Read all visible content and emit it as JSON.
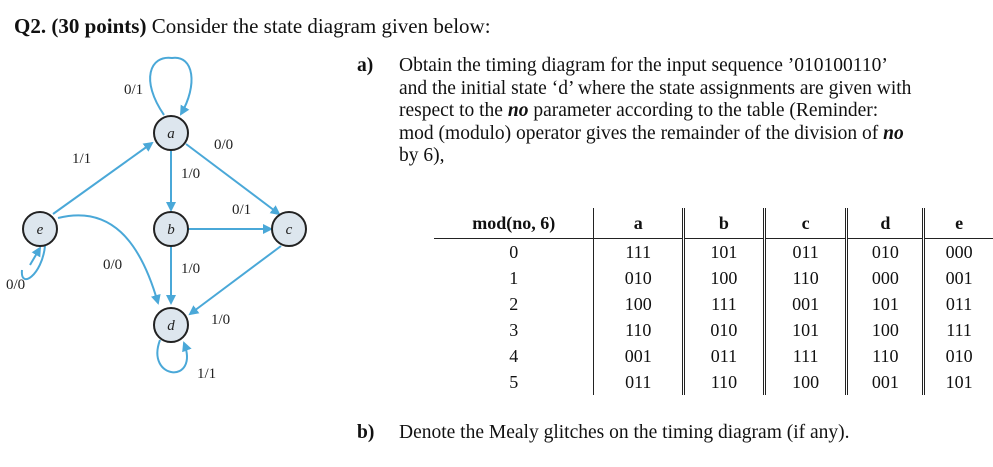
{
  "question": {
    "number": "Q2.",
    "points": "(30 points)",
    "text": "Consider the state diagram given below:"
  },
  "diagram": {
    "edge_color": "#4aa8d8",
    "states": {
      "a": "a",
      "b": "b",
      "c": "c",
      "d": "d",
      "e": "e"
    },
    "edge_labels": {
      "a_self": "0/1",
      "e_to_a": "1/1",
      "a_to_c": "0/0",
      "a_to_b": "1/0",
      "b_to_c": "0/1",
      "e_to_d": "0/0",
      "b_to_d": "1/0",
      "e_self": "0/0",
      "c_to_d": "1/0",
      "d_self": "1/1"
    }
  },
  "part_a": {
    "label": "a)",
    "line1": "Obtain the timing diagram for the input sequence ’010100110’",
    "line2": "and the initial state ‘d’ where the state assignments are given with",
    "line3_pre": "respect to the ",
    "line3_em": "no",
    "line3_post": " parameter according to the table (Reminder:",
    "line4_pre": "mod (modulo) operator gives the remainder of the division of ",
    "line4_em": "no",
    "line5": "by 6),"
  },
  "table": {
    "header": [
      "mod(no, 6)",
      "a",
      "b",
      "c",
      "d",
      "e"
    ],
    "rows": [
      [
        "0",
        "111",
        "101",
        "011",
        "010",
        "000"
      ],
      [
        "1",
        "010",
        "100",
        "110",
        "000",
        "001"
      ],
      [
        "2",
        "100",
        "111",
        "001",
        "101",
        "011"
      ],
      [
        "3",
        "110",
        "010",
        "101",
        "100",
        "111"
      ],
      [
        "4",
        "001",
        "011",
        "111",
        "110",
        "010"
      ],
      [
        "5",
        "011",
        "110",
        "100",
        "001",
        "101"
      ]
    ]
  },
  "part_b": {
    "label": "b)",
    "text": "Denote the Mealy glitches on the timing diagram (if any)."
  }
}
